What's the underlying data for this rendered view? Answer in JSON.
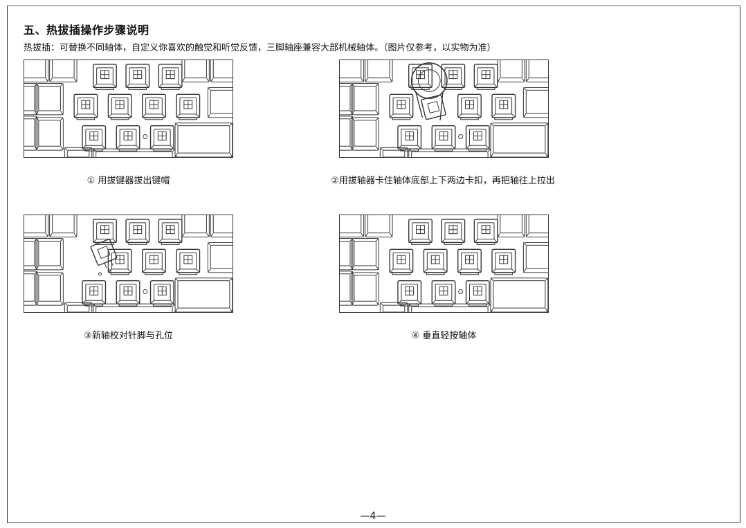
{
  "section": {
    "title": "五、热拔插操作步骤说明",
    "intro": "热拔插：可替换不同轴体，自定义你喜欢的触觉和听觉反馈，三脚轴座兼容大部机械轴体。（图片仅参考，以实物为准）"
  },
  "steps": [
    {
      "caption": "① 用拔键器拔出键帽"
    },
    {
      "caption": "②用拔轴器卡住轴体底部上下两边卡扣，再把轴往上拉出"
    },
    {
      "caption": "③新轴校对针脚与孔位"
    },
    {
      "caption": "④ 垂直轻按轴体"
    }
  ],
  "footer": {
    "page_number": "—4—"
  }
}
